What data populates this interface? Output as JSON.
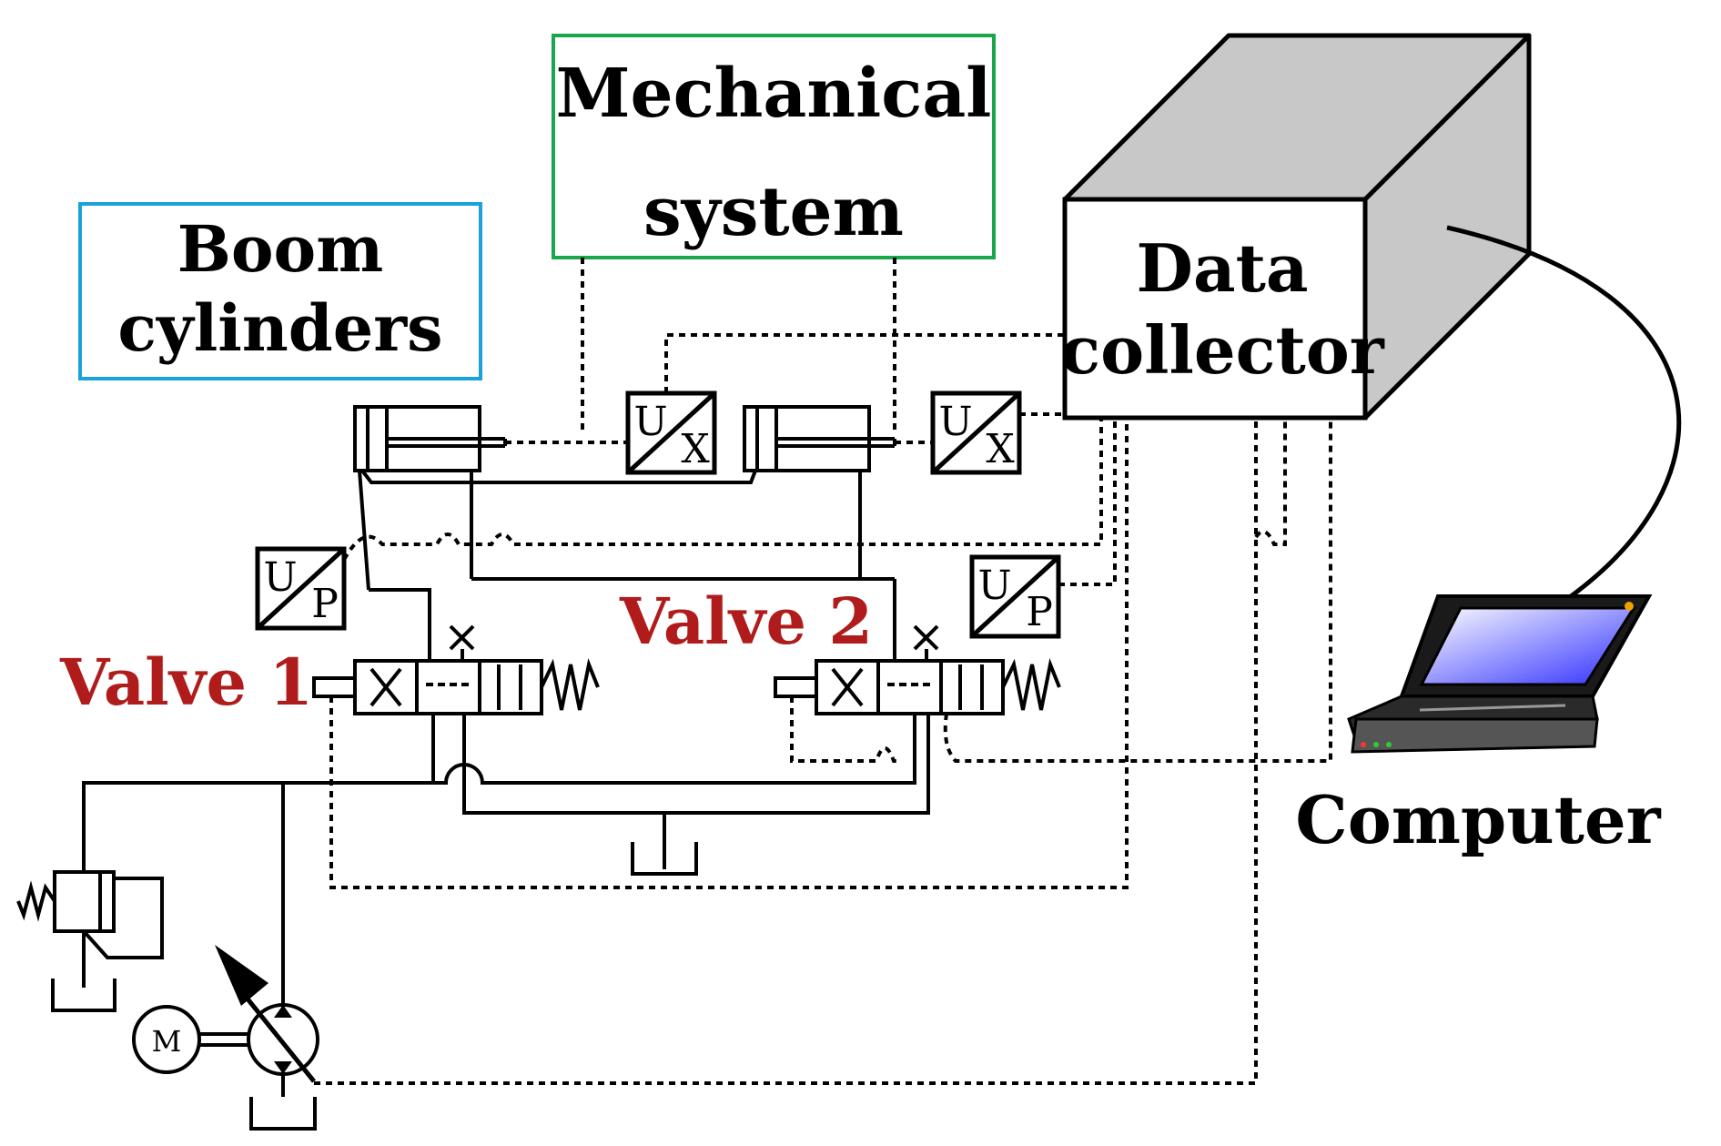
{
  "labels": {
    "boom": [
      "Boom",
      "cylinders"
    ],
    "mechanical": [
      "Mechanical",
      "system"
    ],
    "collector": [
      "Data",
      "collector"
    ],
    "computer": "Computer",
    "valve1": "Valve 1",
    "valve2": "Valve 2"
  },
  "sensors": {
    "ux_main": "U",
    "ux_sub": "X",
    "up_main": "U",
    "up_sub": "P"
  },
  "motor": "M",
  "colors": {
    "boom_box": "#1aa3d9",
    "mechanical_box": "#1aa64a",
    "valve_label": "#b01c1c",
    "collector_shade": "#c8c8c8",
    "screen": "#3d3dff"
  }
}
